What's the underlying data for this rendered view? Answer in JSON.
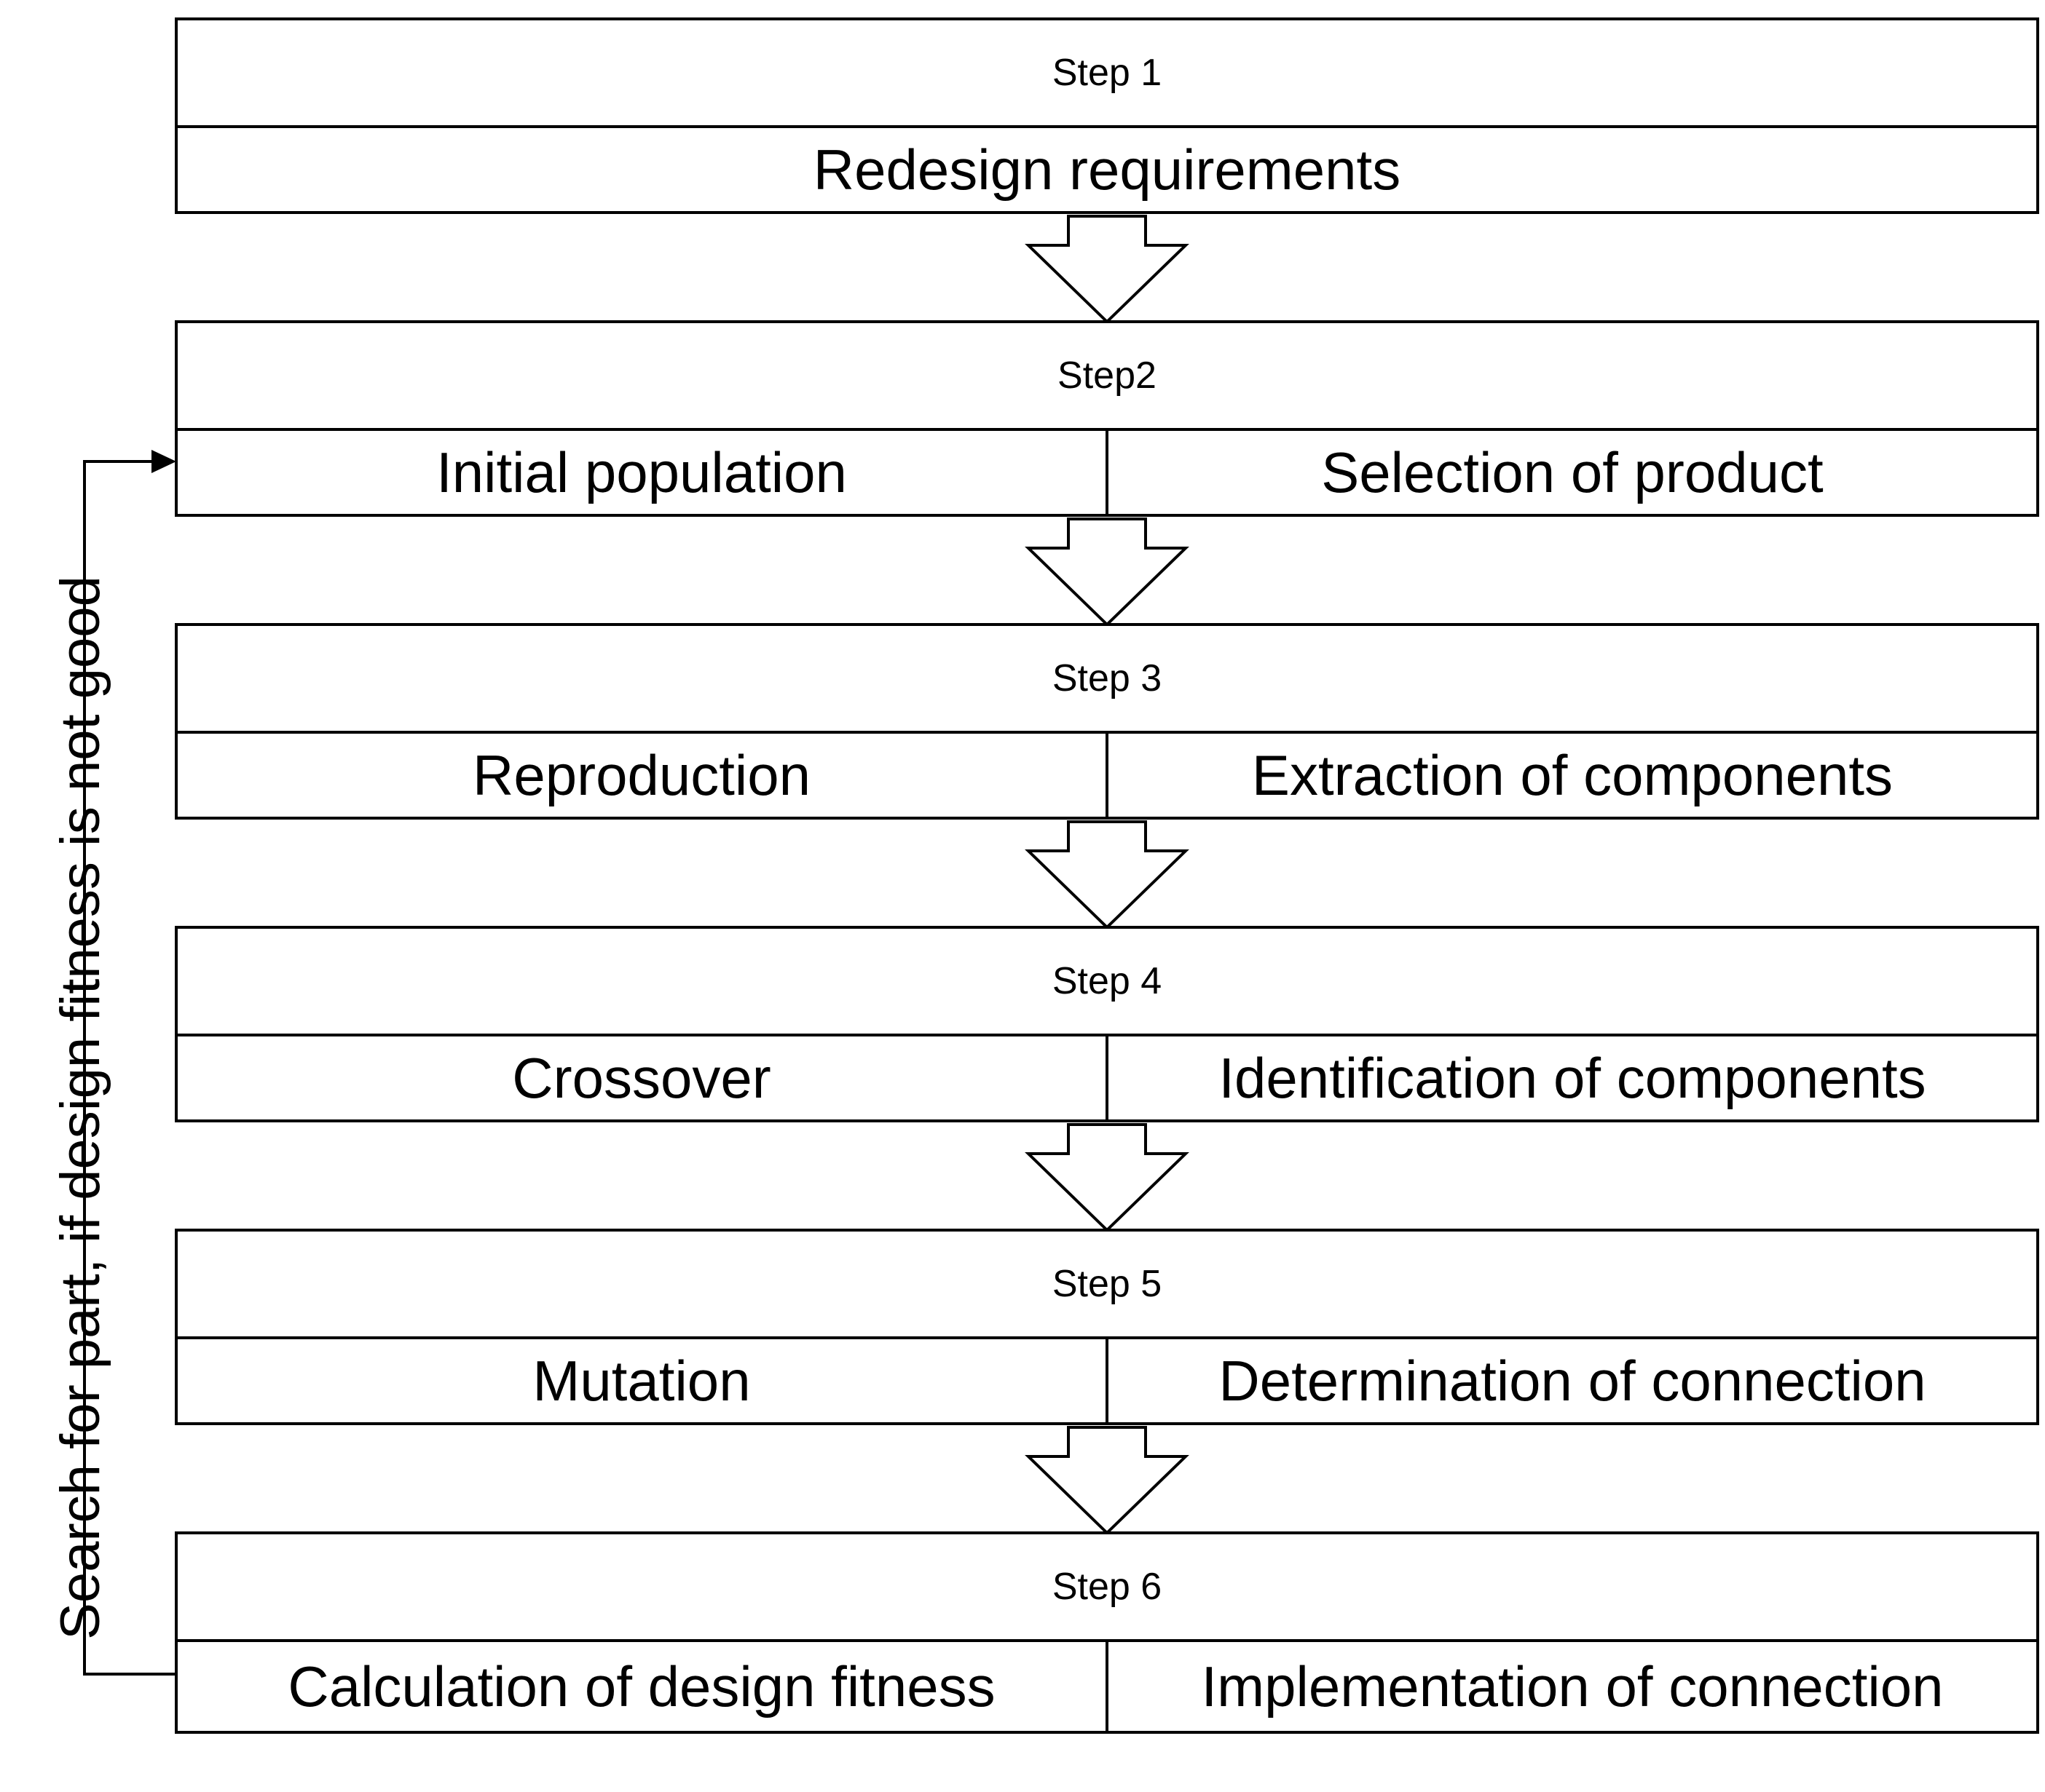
{
  "steps": [
    {
      "header": "Step 1",
      "cells": [
        "Redesign requirements"
      ]
    },
    {
      "header": "Step2",
      "cells": [
        "Initial population",
        "Selection of product"
      ]
    },
    {
      "header": "Step 3",
      "cells": [
        "Reproduction",
        "Extraction of components"
      ]
    },
    {
      "header": "Step 4",
      "cells": [
        "Crossover",
        "Identification of components"
      ]
    },
    {
      "header": "Step 5",
      "cells": [
        "Mutation",
        "Determination of connection"
      ]
    },
    {
      "header": "Step 6",
      "cells": [
        "Calculation of design fitness",
        "Implementation of connection"
      ]
    }
  ],
  "feedback": {
    "label": "Search for part, if design fitness is not good"
  }
}
